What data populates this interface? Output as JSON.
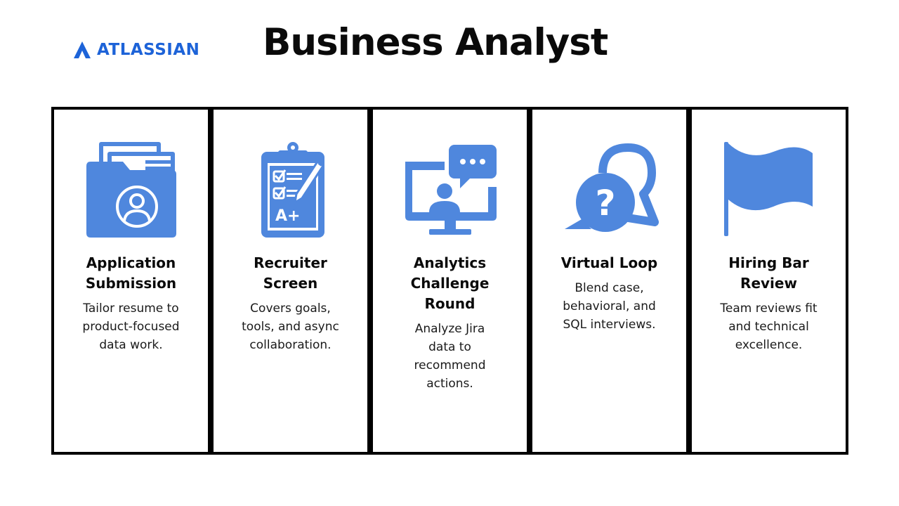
{
  "header": {
    "logo_text": "ATLASSIAN",
    "title": "Business Analyst"
  },
  "colors": {
    "brand_blue": "#1d63d8",
    "icon_blue": "#4f87dd",
    "border": "#000000"
  },
  "stages": [
    {
      "icon": "folder-user-icon",
      "title": "Application Submission",
      "description": "Tailor resume to product-focused data work."
    },
    {
      "icon": "clipboard-checklist-icon",
      "title": "Recruiter Screen",
      "description": "Covers goals, tools, and async collaboration."
    },
    {
      "icon": "monitor-chat-icon",
      "title": "Analytics Challenge Round",
      "description": "Analyze Jira data to recommend actions."
    },
    {
      "icon": "question-chat-icon",
      "title": "Virtual Loop",
      "description": "Blend case, behavioral, and SQL interviews."
    },
    {
      "icon": "flag-icon",
      "title": "Hiring Bar Review",
      "description": "Team reviews fit and technical excellence."
    }
  ]
}
